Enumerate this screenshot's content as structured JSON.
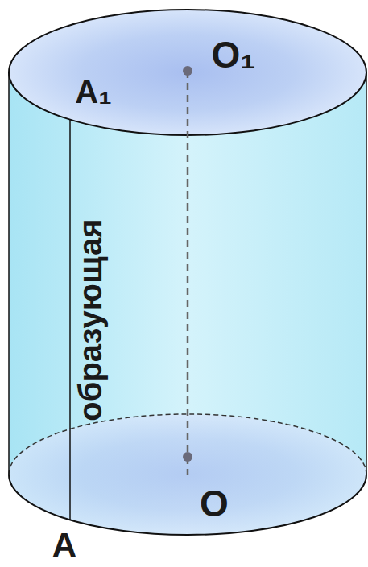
{
  "diagram": {
    "labels": [
      "O₁",
      "A₁",
      "образующая",
      "O",
      "A"
    ]
  }
}
